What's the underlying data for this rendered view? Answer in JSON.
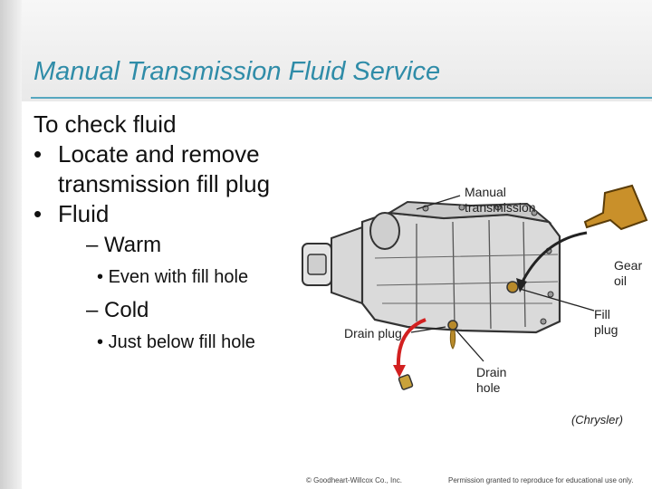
{
  "slide": {
    "title": "Manual Transmission Fluid Service",
    "body": {
      "line1": "To check fluid",
      "bullet1_a": "Locate and remove",
      "bullet1_b": "transmission fill plug",
      "bullet2": "Fluid",
      "dash_warm": "– Warm",
      "sub_warm": "Even with fill hole",
      "dash_cold": "– Cold",
      "sub_cold": "Just below fill hole",
      "bullet_char": "•"
    },
    "figure": {
      "labels": {
        "manual_transmission": [
          "Manual",
          "transmission"
        ],
        "gear_oil": [
          "Gear",
          "oil"
        ],
        "fill_plug": [
          "Fill",
          "plug"
        ],
        "drain_plug": "Drain plug",
        "drain_hole": [
          "Drain",
          "hole"
        ]
      },
      "credit": "(Chrysler)"
    },
    "footer": {
      "left": "© Goodheart-Willcox Co., Inc.",
      "right": "Permission granted to reproduce for educational use only."
    }
  }
}
